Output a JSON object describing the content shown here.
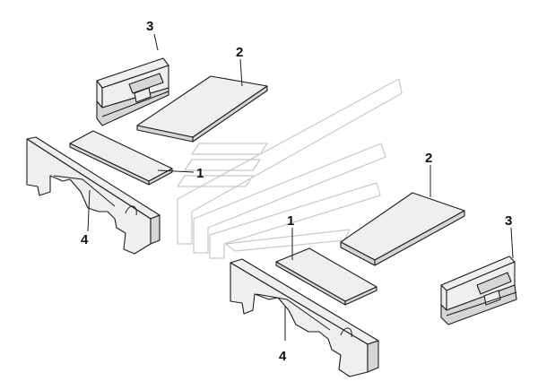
{
  "callouts": {
    "left_panel": "3",
    "left_pad": "2",
    "left_strip": "1",
    "left_beam": "4",
    "right_pad": "2",
    "right_strip": "1",
    "right_panel": "3",
    "right_beam": "4"
  },
  "colors": {
    "line": "#1c1c1c",
    "fill": "#efefef",
    "watermark": "#c8c8c8"
  }
}
